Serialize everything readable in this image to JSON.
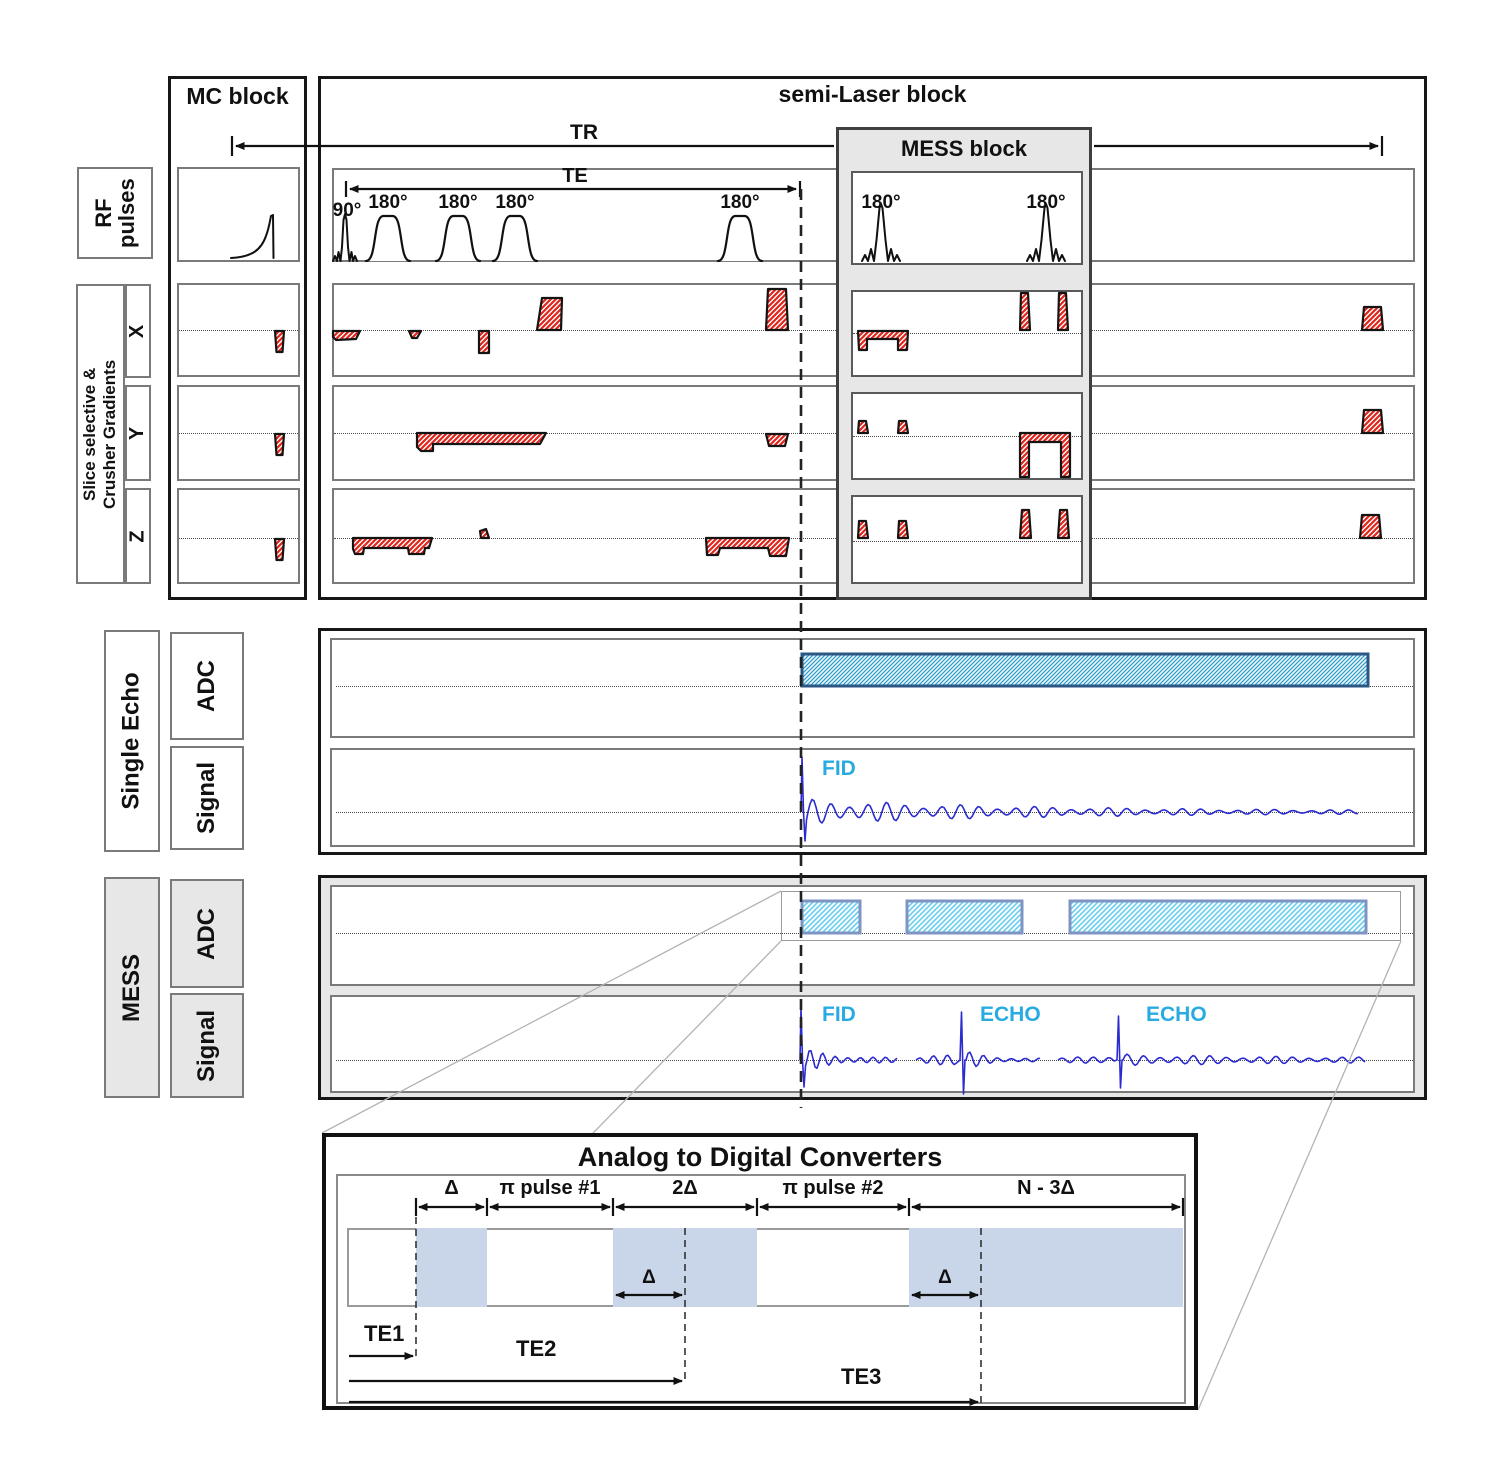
{
  "blocks": {
    "mc_title": "MC block",
    "semi_title": "semi-Laser block",
    "mess_title": "MESS block"
  },
  "timing": {
    "tr": "TR",
    "te": "TE"
  },
  "rf": {
    "row_label_line1": "RF",
    "row_label_line2": "pulses",
    "semi_pulse_labels": [
      "90°",
      "180°",
      "180°",
      "180°",
      "180°"
    ],
    "mess_pulse_labels": [
      "180°",
      "180°"
    ]
  },
  "gradients": {
    "group_label_line1": "Slice selective &",
    "group_label_line2": "Crusher Gradients",
    "axes": [
      "X",
      "Y",
      "Z"
    ]
  },
  "single_echo": {
    "section_label": "Single Echo",
    "adc_label": "ADC",
    "signal_label": "Signal",
    "fid_label": "FID"
  },
  "mess_section": {
    "section_label": "MESS",
    "adc_label": "ADC",
    "signal_label": "Signal",
    "fid_label": "FID",
    "echo1_label": "ECHO",
    "echo2_label": "ECHO"
  },
  "adc_detail": {
    "title": "Analog to Digital Converters",
    "segments": [
      "Δ",
      "π pulse #1",
      "2Δ",
      "π pulse #2",
      "N - 3Δ"
    ],
    "inner_delta1": "Δ",
    "inner_delta2": "Δ",
    "te_labels": [
      "TE1",
      "TE2",
      "TE3"
    ]
  },
  "colors": {
    "red": "#e0251b",
    "adcb": "#2a5784",
    "adch": "#2f9dc9",
    "messb": "#7e95c3",
    "messh": "#6fd0ef",
    "sig": "#2b2bd0",
    "cyan": "#29abe2",
    "region": "#c9d5e9",
    "gray": "#e7e7e7"
  }
}
